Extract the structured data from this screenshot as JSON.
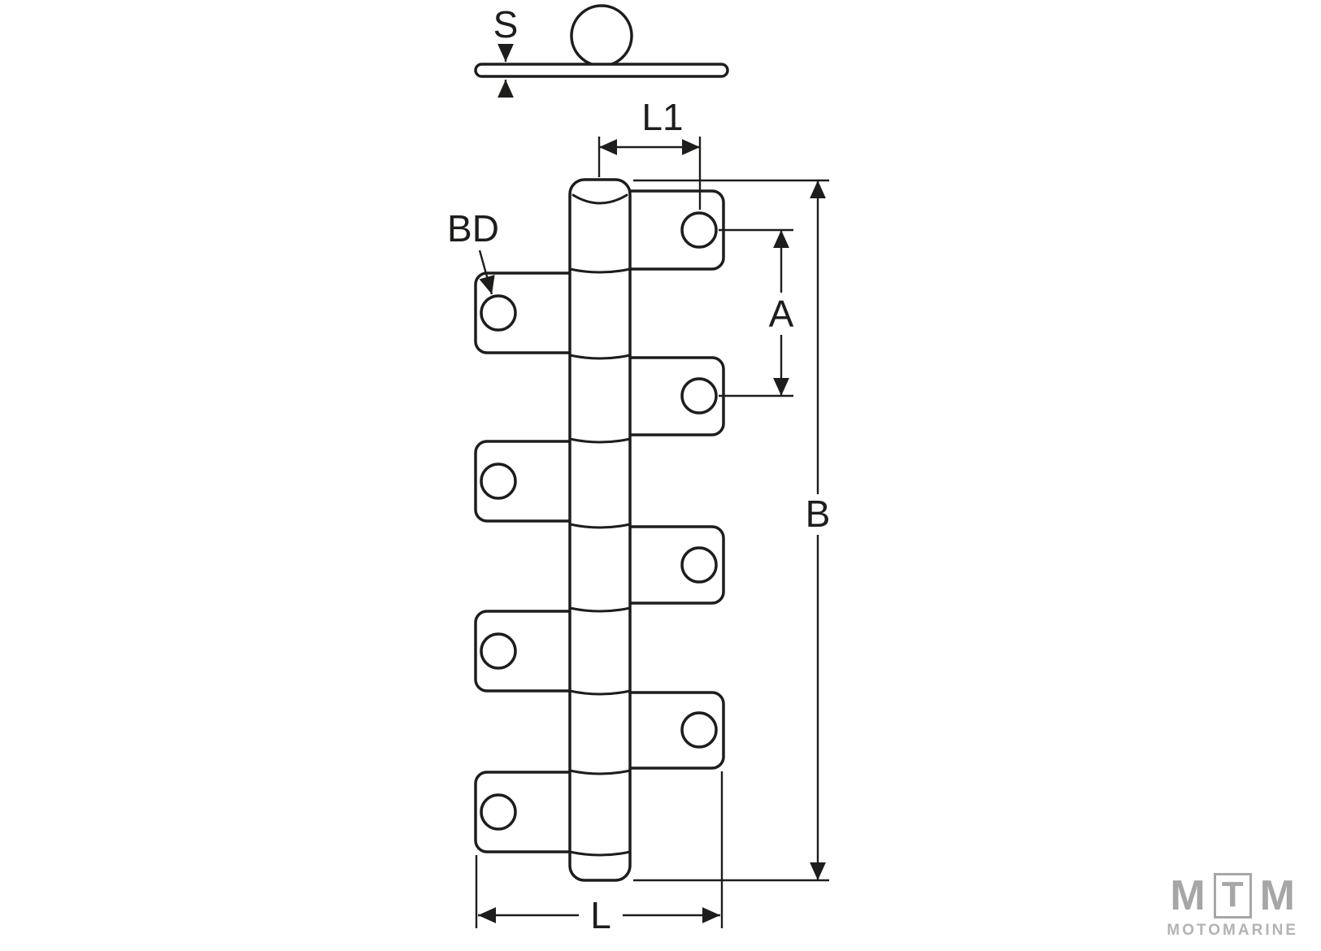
{
  "diagram": {
    "type": "technical-drawing",
    "subject": "multi-leaf hinge with mounting holes, section view and dimension callouts",
    "labels": {
      "thickness": "S",
      "leaf_length": "L1",
      "bore_diameter": "BD",
      "hole_spacing": "A",
      "overall_height": "B",
      "overall_width": "L"
    },
    "colors": {
      "line": "#1d1d1b",
      "background": "#ffffff",
      "logo_gray": "#a6a6a6"
    }
  },
  "logo": {
    "letters": [
      "M",
      "T",
      "M"
    ],
    "subtitle": "MOTOMARINE"
  }
}
